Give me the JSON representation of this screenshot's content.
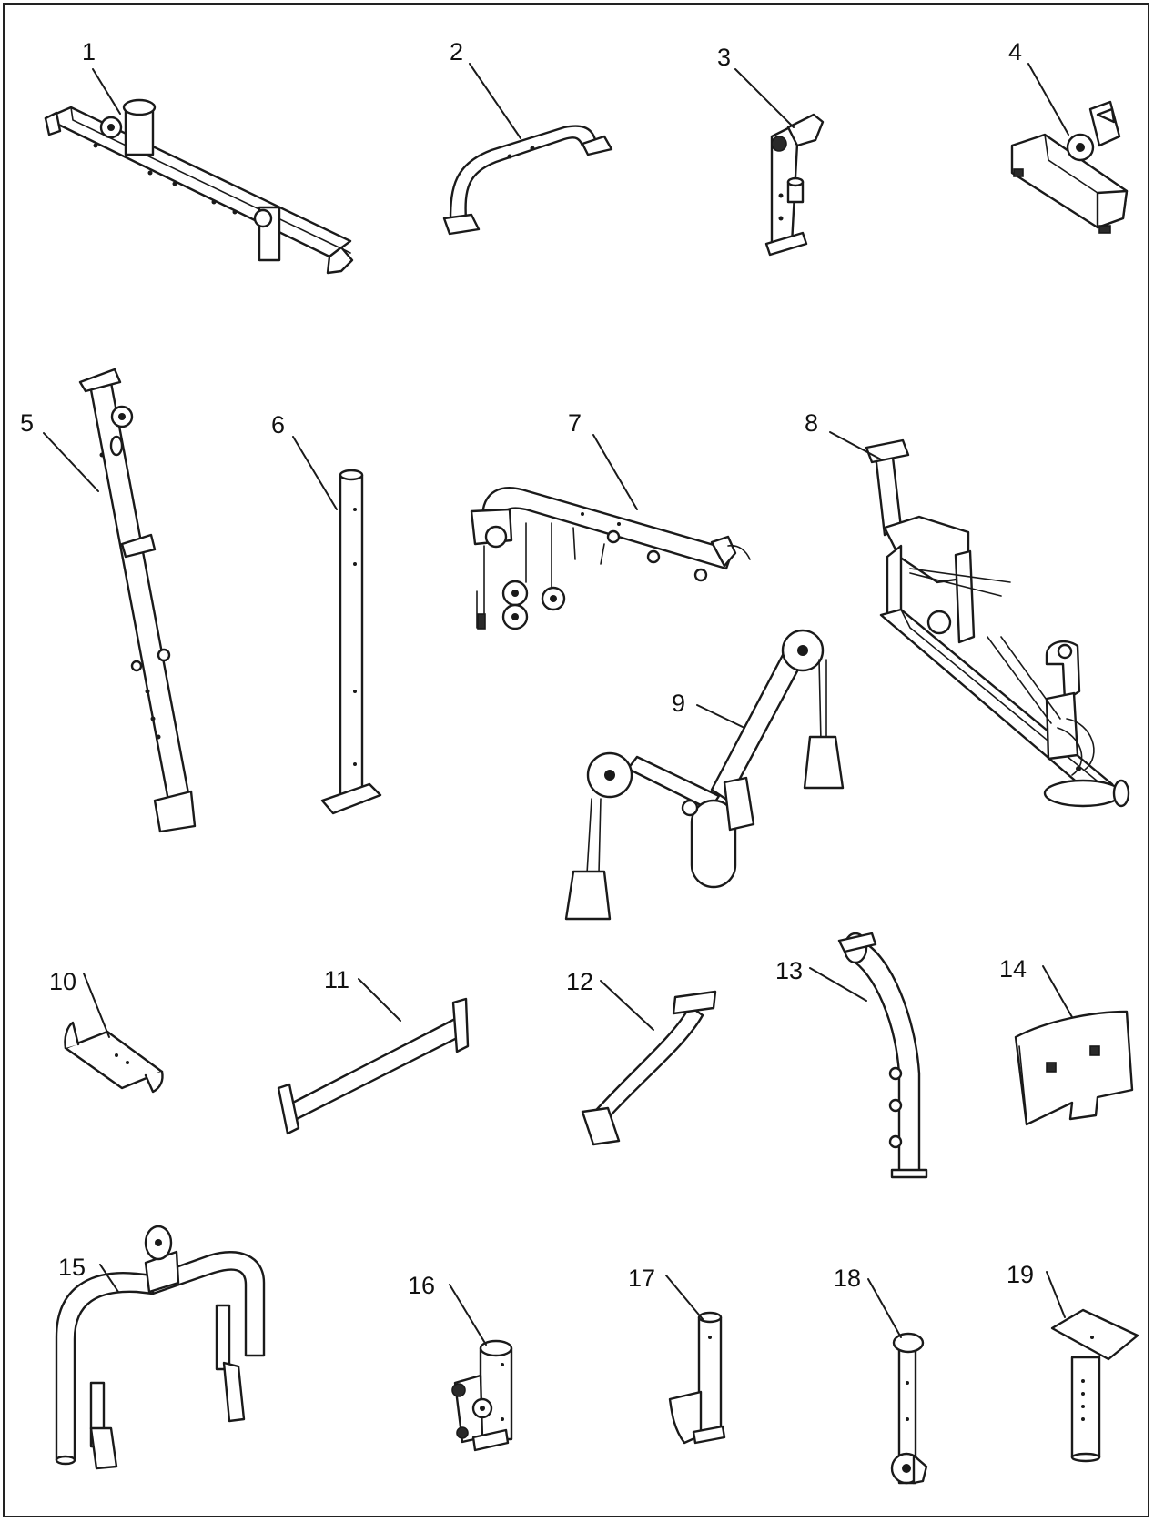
{
  "parts": [
    {
      "number": "1"
    },
    {
      "number": "2"
    },
    {
      "number": "3"
    },
    {
      "number": "4"
    },
    {
      "number": "5"
    },
    {
      "number": "6"
    },
    {
      "number": "7"
    },
    {
      "number": "8"
    },
    {
      "number": "9"
    },
    {
      "number": "10"
    },
    {
      "number": "11"
    },
    {
      "number": "12"
    },
    {
      "number": "13"
    },
    {
      "number": "14"
    },
    {
      "number": "15"
    },
    {
      "number": "16"
    },
    {
      "number": "17"
    },
    {
      "number": "18"
    },
    {
      "number": "19"
    }
  ],
  "colors": {
    "line": "#1a1a1a",
    "background": "#ffffff"
  }
}
